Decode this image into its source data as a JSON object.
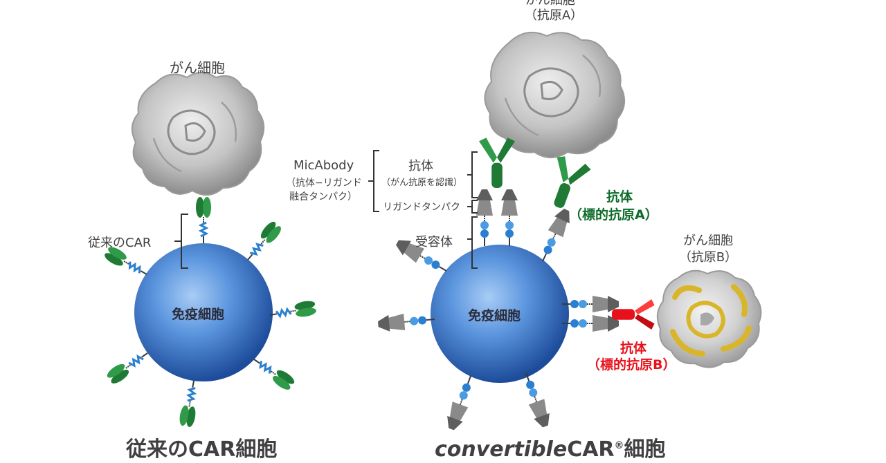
{
  "conventional": {
    "cancer_cell": "がん細胞",
    "car_label": "従来のCAR",
    "immune_cell": "免疫細胞",
    "caption": "従来のCAR細胞"
  },
  "convertible": {
    "antigen_a_line1": "がん細胞",
    "antigen_a_line2": "（抗原A）",
    "micabody_title": "MicAbody",
    "micabody_sub1": "（抗体−リガンド",
    "micabody_sub2": "融合タンパク）",
    "antibody_label": "抗体",
    "antibody_sub": "（がん抗原を認識）",
    "ligand_label": "リガンドタンパク",
    "receptor_label": "受容体",
    "target_a_line1": "抗体",
    "target_a_line2": "（標的抗原A）",
    "antigen_b_line1": "がん細胞",
    "antigen_b_line2": "（抗原B）",
    "target_b_line1": "抗体",
    "target_b_line2": "（標的抗原B）",
    "immune_cell": "免疫細胞",
    "caption_italic": "convertible",
    "caption_car": "CAR",
    "caption_reg": "®",
    "caption_cell": "細胞"
  },
  "colors": {
    "immune_cell_center": "#6fa6e8",
    "immune_cell_edge": "#1f4f9e",
    "car_green": "#1e7a34",
    "antibody_red": "#e8111b",
    "receptor_gray": "#7a7a7a",
    "tumor_gray": "#b5b5b5",
    "tumor_yellow": "#d9b52a",
    "text_dark": "#404040",
    "label_green": "#0e6b2a"
  },
  "icons": [
    "cancer-cell-icon",
    "immune-cell-icon",
    "car-receptor-icon",
    "antibody-icon",
    "receptor-icon",
    "bracket-icon"
  ]
}
